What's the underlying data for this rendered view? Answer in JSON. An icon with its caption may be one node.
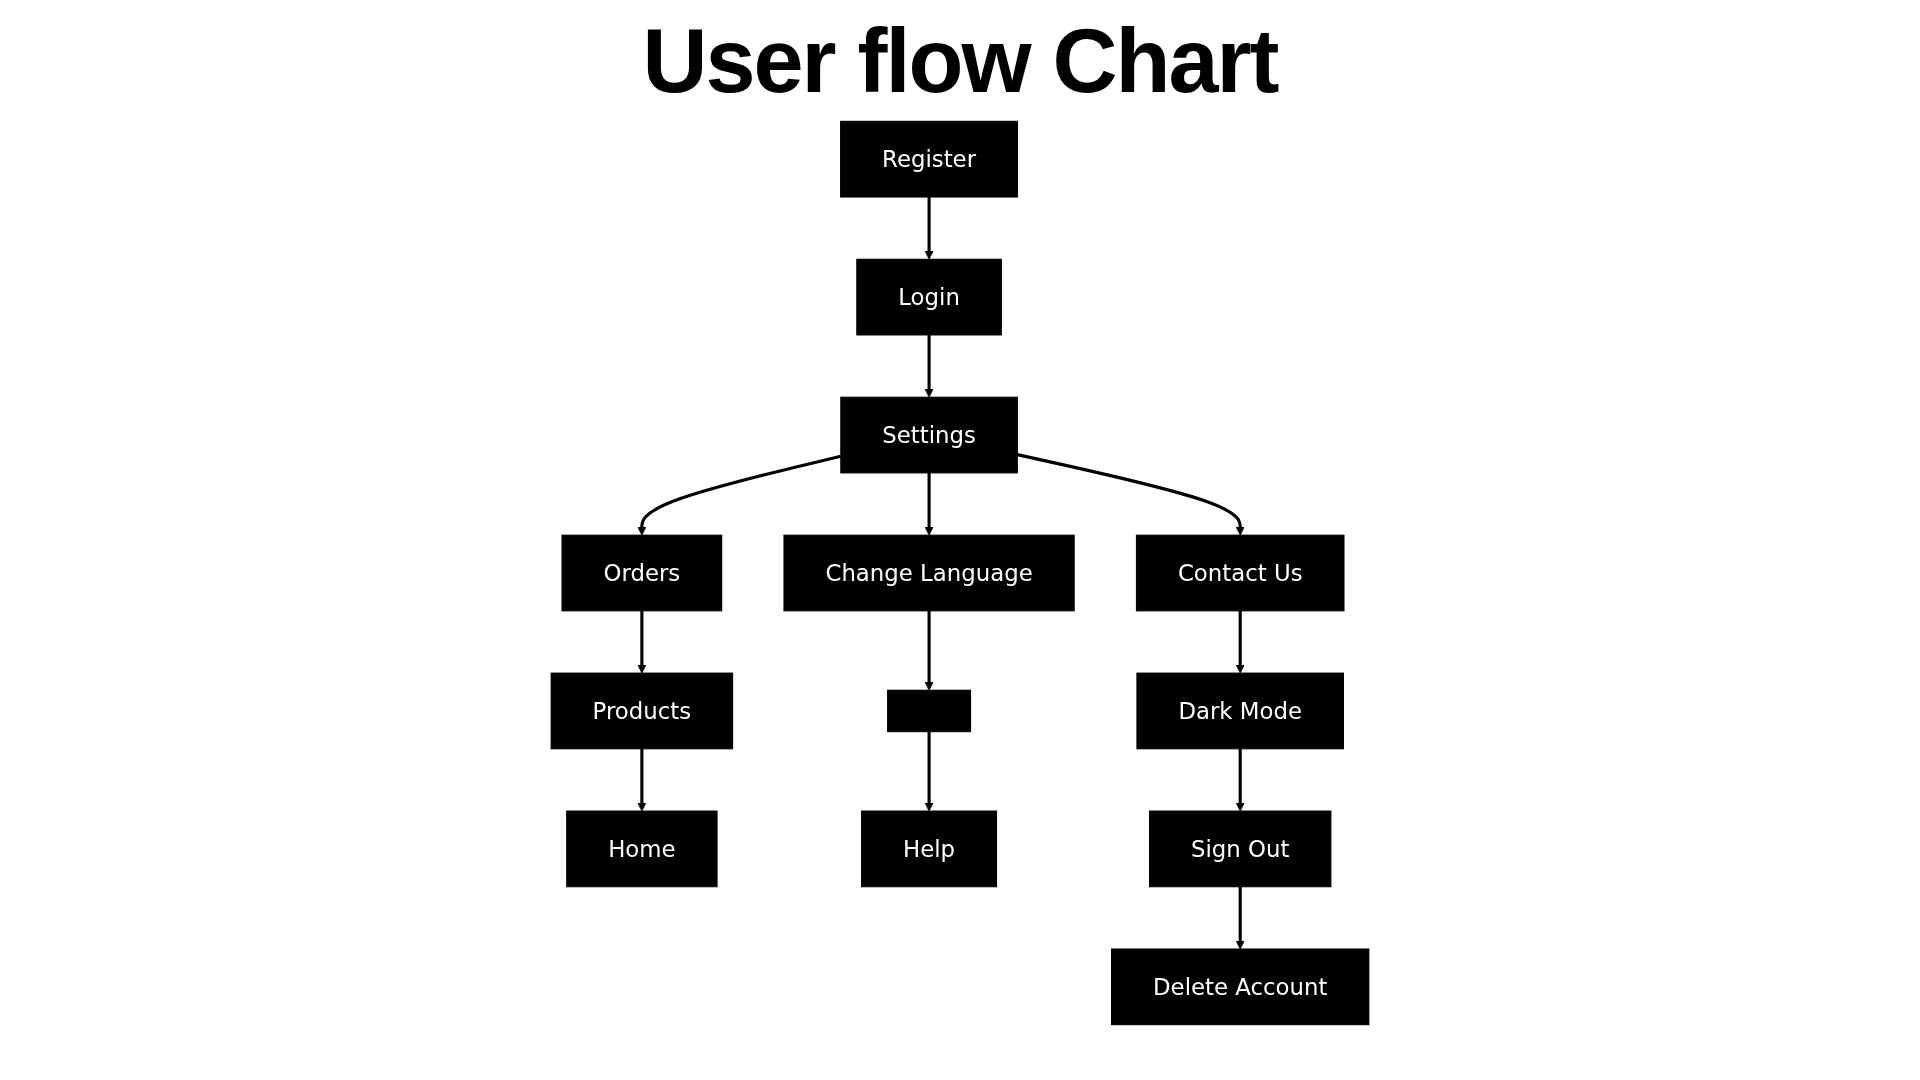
{
  "diagram": {
    "title": "User flow Chart",
    "nodes": [
      {
        "text": [
          "Register"
        ]
      },
      {
        "text": [
          "Login"
        ]
      },
      {
        "text": [
          "Settings"
        ]
      },
      {
        "text": [
          "Orders"
        ]
      },
      {
        "text": [
          "Products"
        ]
      },
      {
        "text": [
          "Home"
        ]
      },
      {
        "text": [
          "Change Language"
        ]
      },
      {
        "text": [],
        "shape": "box"
      },
      {
        "text": [
          "Help"
        ]
      },
      {
        "text": [
          "Contact Us"
        ]
      },
      {
        "text": [
          "Dark Mode"
        ]
      },
      {
        "text": [
          "Sign Out"
        ]
      },
      {
        "text": [
          "Delete Account"
        ]
      }
    ],
    "edges": [
      {
        "from": 0,
        "to": 1,
        "arrow": "to"
      },
      {
        "from": 1,
        "to": 2,
        "arrow": "to"
      },
      {
        "from": 2,
        "to": 3,
        "arrow": "to"
      },
      {
        "from": 3,
        "to": 4,
        "arrow": "to"
      },
      {
        "from": 4,
        "to": 5,
        "arrow": "to"
      },
      {
        "from": 2,
        "to": 6,
        "arrow": "to"
      },
      {
        "from": 2,
        "to": 9,
        "arrow": "to"
      },
      {
        "from": 6,
        "to": 7,
        "arrow": "to"
      },
      {
        "from": 7,
        "to": 8,
        "arrow": "to"
      },
      {
        "from": 9,
        "to": 10,
        "arrow": "to"
      },
      {
        "from": 10,
        "to": 11,
        "arrow": "to"
      },
      {
        "from": 11,
        "to": 12,
        "arrow": "to"
      }
    ]
  }
}
